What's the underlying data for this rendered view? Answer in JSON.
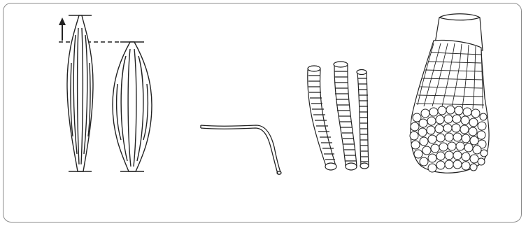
{
  "diagram": {
    "panels": [
      {
        "name": "muscle-contraction-comparison",
        "icon": "stretched-and-contracted-muscle"
      },
      {
        "name": "single-muscle-fiber",
        "icon": "muscle-fiber-strand"
      },
      {
        "name": "myofibril-bundles",
        "icon": "striated-myofibrils"
      },
      {
        "name": "fascicle-cross-section",
        "icon": "bundle-of-fibers"
      }
    ],
    "colors": {
      "line": "#222222",
      "frame": "#8c8c8c",
      "fill": "#ffffff"
    }
  }
}
